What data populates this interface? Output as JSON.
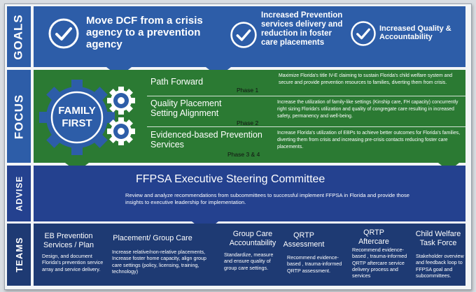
{
  "labels": {
    "goals": "GOALS",
    "focus": "FOCUS",
    "advise": "ADVISE",
    "teams": "TEAMS"
  },
  "goals": {
    "goal1": "Move DCF from a crisis agency to a prevention agency",
    "goal2": "Increased Prevention services delivery and reduction in foster care placements",
    "goal3": "Increased Quality & Accountability"
  },
  "focus": {
    "gear_text_line1": "FAMILY",
    "gear_text_line2": "FIRST",
    "items": [
      {
        "title": "Path Forward",
        "phase": "Phase 1",
        "desc": "Maximize Florida's title IV-E claiming to sustain Florida's child welfare system and secure and provide prevention resources to families, diverting them from crisis."
      },
      {
        "title": "Quality Placement Setting Alignment",
        "phase": "Phase 2",
        "desc": "Increase the utilization of family-like settings (Kinship care, FH capacity) concurrently right sizing Florida's utilization and quality of congregate care resulting in increased safety, permanency and well-being."
      },
      {
        "title": "Evidenced-based Prevention Services",
        "phase": "Phase 3 & 4",
        "desc": "Increase Florida's utilization of EBPs to achieve better outcomes for Florida's families, diverting them from crisis and increasing pre-crisis contacts reducing foster care placements."
      }
    ]
  },
  "advise": {
    "title": "FFPSA Executive Steering Committee",
    "desc": "Review and analyze recommendations from subcommittees to successful implement FFPSA in Florida and provide those insights to executive leadership for implementation."
  },
  "teams": [
    {
      "title": "EB Prevention Services / Plan",
      "desc": "Design, and document Florida's prevention service array and service delivery."
    },
    {
      "title": "Placement/ Group Care",
      "desc": "Increase relative/non-relative placements, Increase foster home capacity, align group care settings (policy, licensing, training, technology)"
    },
    {
      "title": "Group Care Accountability",
      "desc": "Standardize, measure and ensure quality of group care settings."
    },
    {
      "title": "QRTP Assessment",
      "desc": "Recommend evidence-based , trauma-informed QRTP assessment."
    },
    {
      "title": "QRTP Aftercare",
      "desc": "Recommend evidence-based , trauma-informed QRTP aftercare service delivery process and services"
    },
    {
      "title": "Child Welfare Task Force",
      "desc": "Stakeholder overview and feedback loop to FFPSA goal and subcommittees."
    }
  ],
  "colors": {
    "goals_blue": "#2d5da8",
    "focus_green": "#2b7a33",
    "advise_blue": "#24418f",
    "teams_navy": "#1e3a73"
  }
}
